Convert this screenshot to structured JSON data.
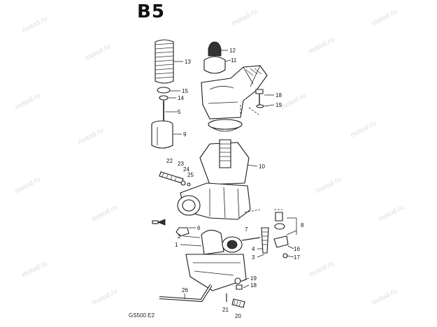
{
  "title": "B5",
  "model_code": "GS500 E2",
  "watermark": "motod.ru",
  "callouts": {
    "c1": "1",
    "c2": "2",
    "c3": "3",
    "c4": "4",
    "c5": "5",
    "c6": "6",
    "c7": "7",
    "c8": "8",
    "c9": "9",
    "c10": "10",
    "c11": "11",
    "c12": "12",
    "c13": "13",
    "c14": "14",
    "c15": "15",
    "c16": "16",
    "c17": "17",
    "c18a": "18",
    "c18b": "18",
    "c19a": "19",
    "c19b": "19",
    "c20": "20",
    "c21": "21",
    "c22": "22",
    "c23": "23",
    "c24": "24",
    "c25": "25",
    "c26": "26"
  }
}
